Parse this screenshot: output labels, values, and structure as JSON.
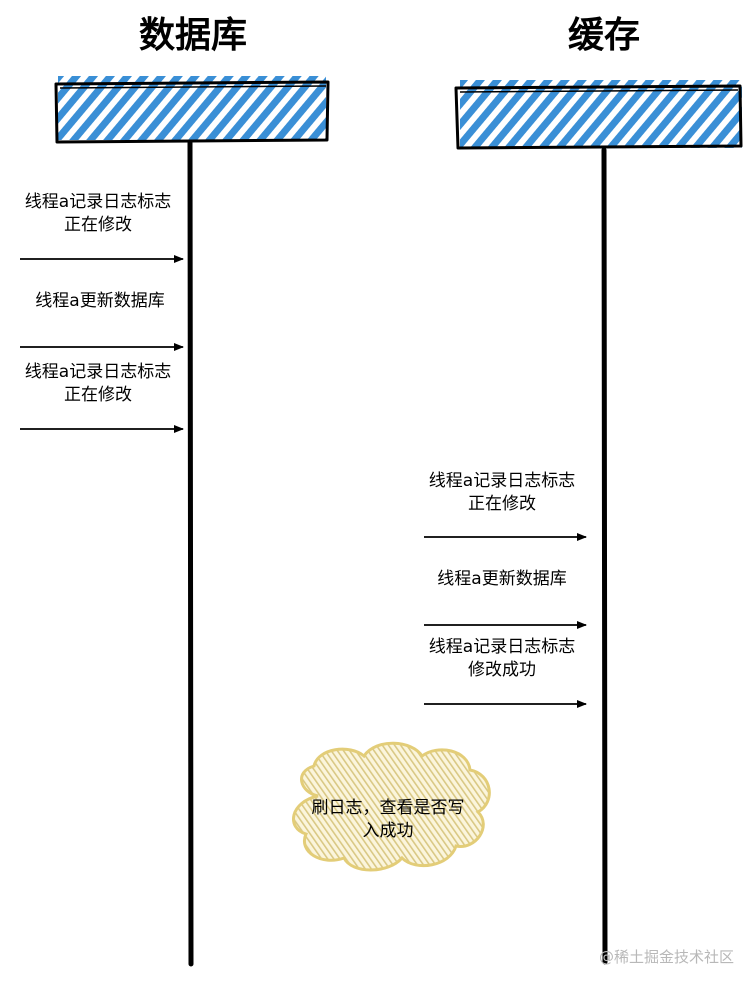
{
  "columns": {
    "database": {
      "title": "数据库",
      "steps": [
        {
          "lines": [
            "线程a记录日志标志",
            "正在修改"
          ]
        },
        {
          "lines": [
            "线程a更新数据库"
          ]
        },
        {
          "lines": [
            "线程a记录日志标志",
            "正在修改"
          ]
        }
      ]
    },
    "cache": {
      "title": "缓存",
      "steps": [
        {
          "lines": [
            "线程a记录日志标志",
            "正在修改"
          ]
        },
        {
          "lines": [
            "线程a更新数据库"
          ]
        },
        {
          "lines": [
            "线程a记录日志标志",
            "修改成功"
          ]
        }
      ]
    }
  },
  "cloud_note": {
    "lines": [
      "刷日志，查看是否写",
      "入成功"
    ]
  },
  "watermark": "@稀土掘金技术社区",
  "colors": {
    "box_hatch": "#3a8fd6",
    "cloud_fill": "#f2e3a6",
    "cloud_stroke": "#e3cd78",
    "line": "#000000"
  }
}
